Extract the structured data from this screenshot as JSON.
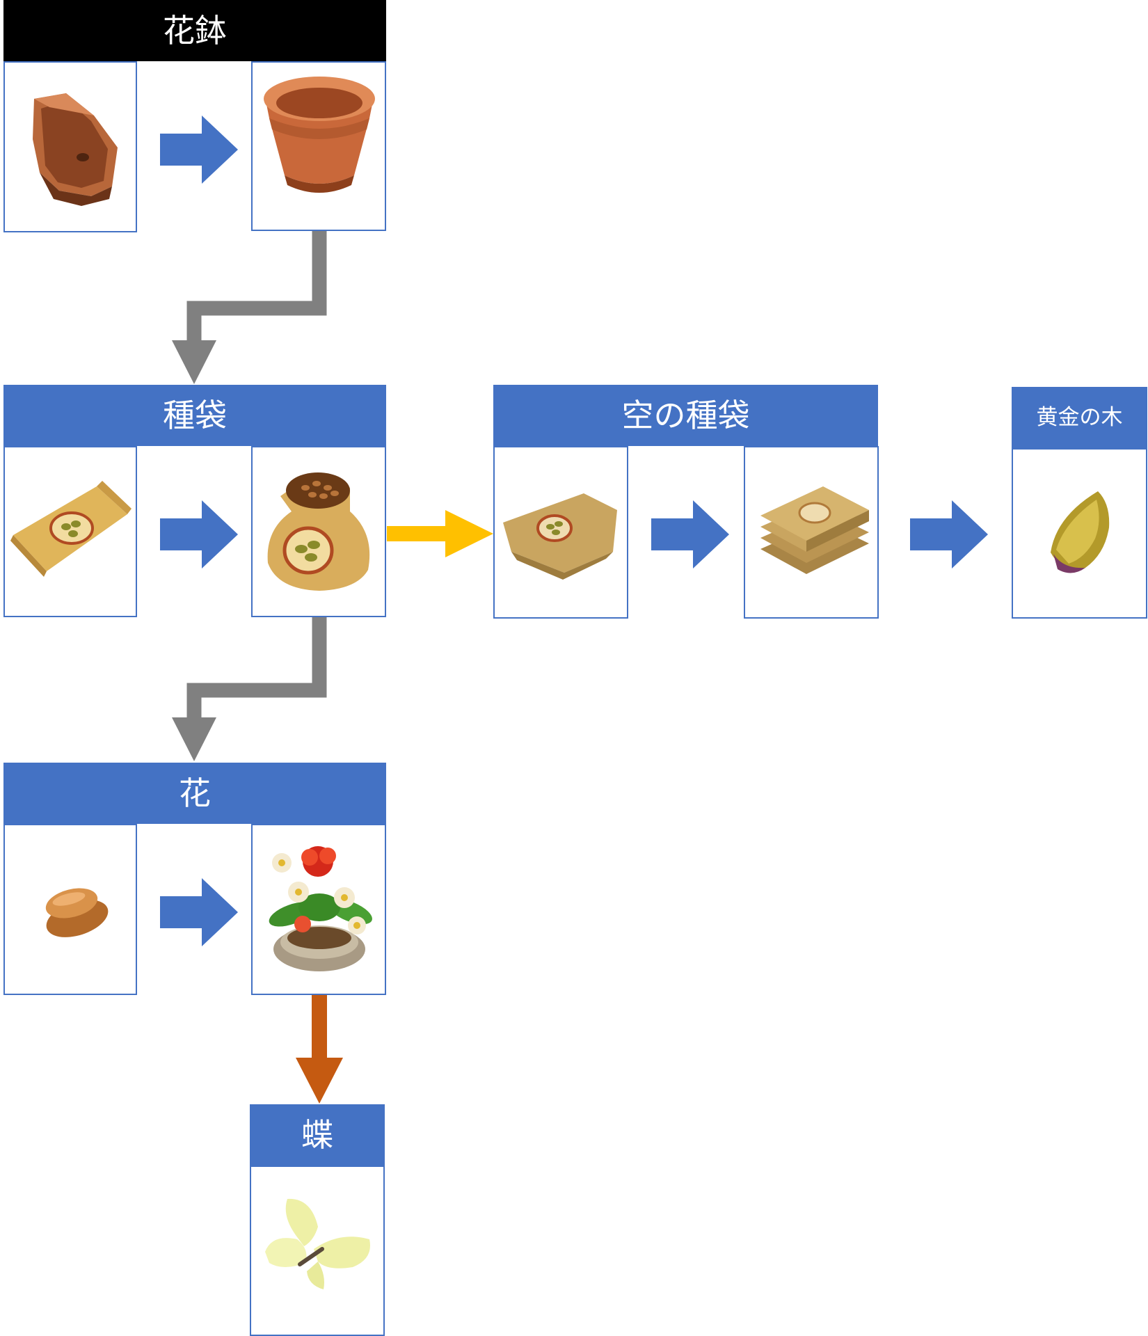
{
  "colors": {
    "blue": "#4472c4",
    "black": "#000000",
    "gray": "#808080",
    "yellow": "#ffc000",
    "orange": "#c55a11"
  },
  "groups": {
    "pot": {
      "title": "花鉢",
      "items": [
        "pot-shard-icon",
        "flower-pot-icon"
      ]
    },
    "seed_bag": {
      "title": "種袋",
      "items": [
        "seed-packet-icon",
        "seed-sack-icon"
      ]
    },
    "empty_bag": {
      "title": "空の種袋",
      "items": [
        "empty-sack-icon",
        "stacked-sacks-icon"
      ]
    },
    "golden_tree": {
      "title": "黄金の木",
      "items": [
        "golden-seed-icon"
      ]
    },
    "flower": {
      "title": "花",
      "items": [
        "seeds-icon",
        "flower-planter-icon"
      ]
    },
    "butterfly": {
      "title": "蝶",
      "items": [
        "butterfly-icon"
      ]
    }
  }
}
